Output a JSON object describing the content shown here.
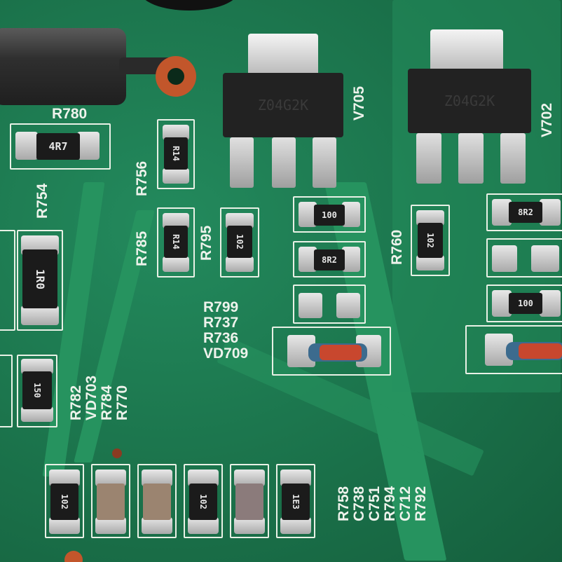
{
  "labels": {
    "R780": "R780",
    "R754": "R754",
    "R756": "R756",
    "R785": "R785",
    "R795": "R795",
    "V705": "V705",
    "V702": "V702",
    "R760": "R760",
    "R799": "R799",
    "R737": "R737",
    "R736": "R736",
    "VD709": "VD709",
    "R782": "R782",
    "VD703": "VD703",
    "R784": "R784",
    "R770": "R770",
    "R758": "R758",
    "C738": "C738",
    "C751": "C751",
    "R794": "R794",
    "C712": "C712",
    "R792": "R792"
  },
  "markings": {
    "r780": "4R7",
    "r756": "R14",
    "r785": "R14",
    "r795": "102",
    "v705": "Z04G2K",
    "v702": "Z04G2K",
    "r799": "100",
    "r737": "8R2",
    "r760": "102",
    "right_top": "8R2",
    "right_100": "100",
    "left_mid": "1R0",
    "left_150": "150",
    "bottom_1": "102",
    "bottom_4": "102",
    "bottom_6": "1E3"
  },
  "colors": {
    "board": "#1d7a52",
    "silkscreen": "#eef3ec",
    "resistor": "#1b1b1b",
    "diode_band": "#c8472e"
  }
}
